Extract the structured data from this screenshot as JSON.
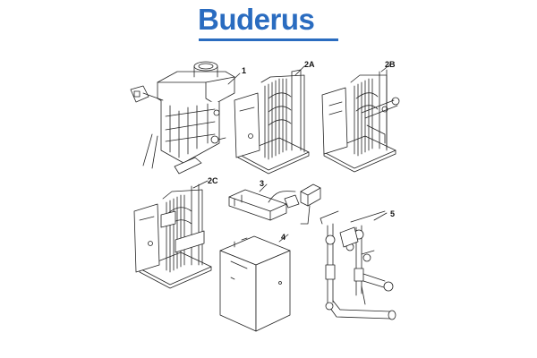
{
  "brand": {
    "name": "Buderus",
    "color": "#2a6cc0"
  },
  "callouts": [
    "1",
    "2A",
    "2B",
    "2C",
    "3",
    "4",
    "5"
  ],
  "line_color": "#222222"
}
